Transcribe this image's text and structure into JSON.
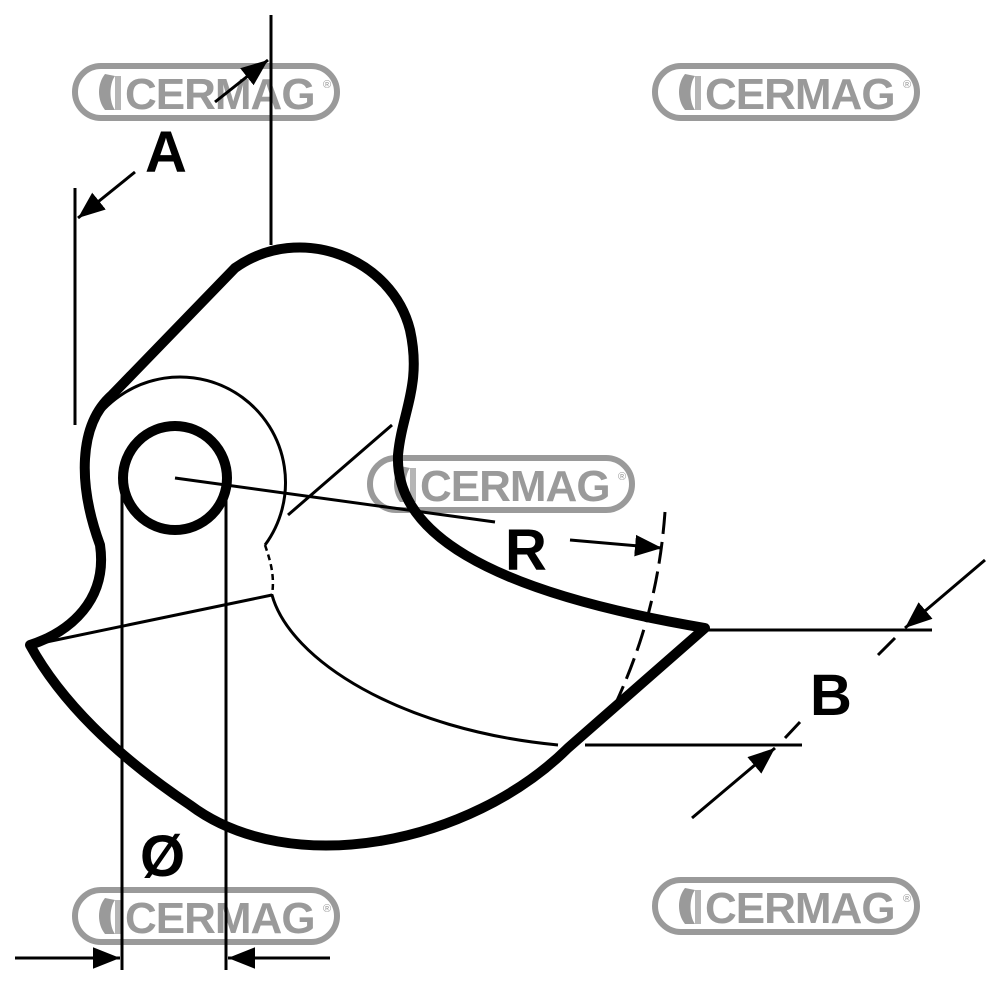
{
  "watermark": {
    "text": "CERMAG",
    "mark": "®",
    "color": "#9a9a9a"
  },
  "labels": {
    "a": "A",
    "b": "B",
    "r": "R",
    "diameter": "Ø"
  },
  "colors": {
    "line": "#000000",
    "background": "#ffffff"
  }
}
